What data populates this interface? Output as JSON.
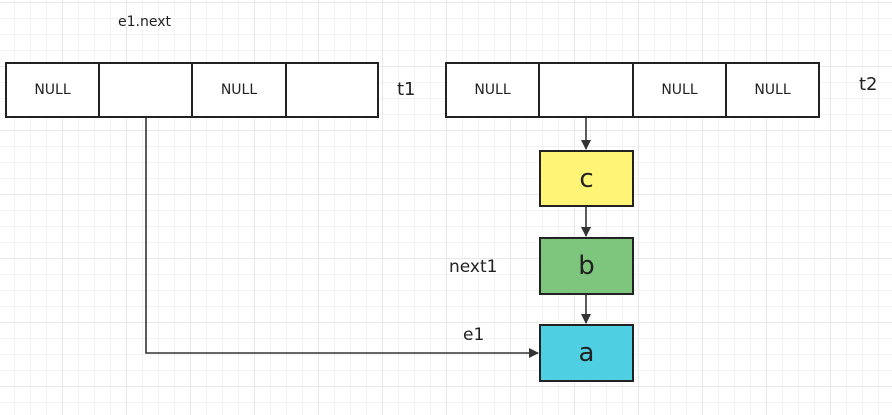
{
  "labels": {
    "e1_next": "e1.next",
    "t1": "t1",
    "t2": "t2",
    "next1": "next1",
    "e1": "e1"
  },
  "t1_cells": [
    "NULL",
    "",
    "NULL",
    ""
  ],
  "t2_cells": [
    "NULL",
    "",
    "NULL",
    "NULL"
  ],
  "nodes": {
    "c": {
      "label": "c",
      "color": "#fff475"
    },
    "b": {
      "label": "b",
      "color": "#7ec57e"
    },
    "a": {
      "label": "a",
      "color": "#4ed0e2"
    }
  },
  "line_color": "#333333"
}
